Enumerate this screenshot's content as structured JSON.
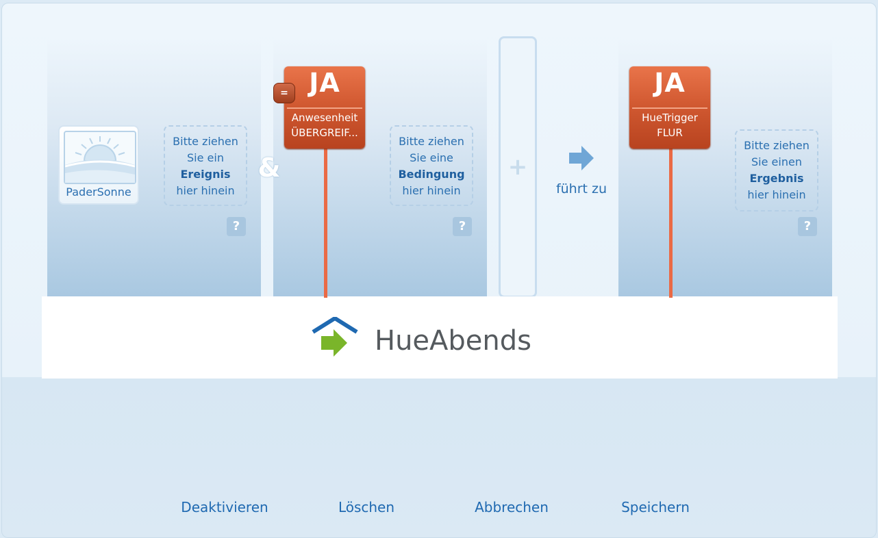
{
  "event_column": {
    "item_label": "PaderSonne",
    "drop_zone": {
      "line1": "Bitte ziehen",
      "line2": "Sie ein",
      "strong": "Ereignis",
      "line4": "hier hinein"
    },
    "help": "?"
  },
  "connector": {
    "symbol": "&"
  },
  "condition_column": {
    "tag": {
      "status": "JA",
      "line1": "Anwesenheit",
      "line2": "ÜBERGREIF..."
    },
    "operator_badge": "=",
    "drop_zone": {
      "line1": "Bitte ziehen",
      "line2": "Sie eine",
      "strong": "Bedingung",
      "line4": "hier hinein"
    },
    "help": "?"
  },
  "add_column": {
    "symbol": "+"
  },
  "leads_to": {
    "label": "führt zu"
  },
  "result_column": {
    "tag": {
      "status": "JA",
      "line1": "HueTrigger",
      "line2": "FLUR"
    },
    "drop_zone": {
      "line1": "Bitte ziehen",
      "line2": "Sie einen",
      "strong": "Ergebnis",
      "line4": "hier hinein"
    },
    "help": "?"
  },
  "scene": {
    "title": "HueAbends"
  },
  "footer": {
    "deactivate": "Deaktivieren",
    "delete": "Löschen",
    "cancel": "Abbrechen",
    "save": "Speichern"
  },
  "colors": {
    "accent": "#2a6fb0",
    "tag": "#d25a32",
    "house_blue": "#1f69b1",
    "arrow_green": "#7ab52a"
  }
}
